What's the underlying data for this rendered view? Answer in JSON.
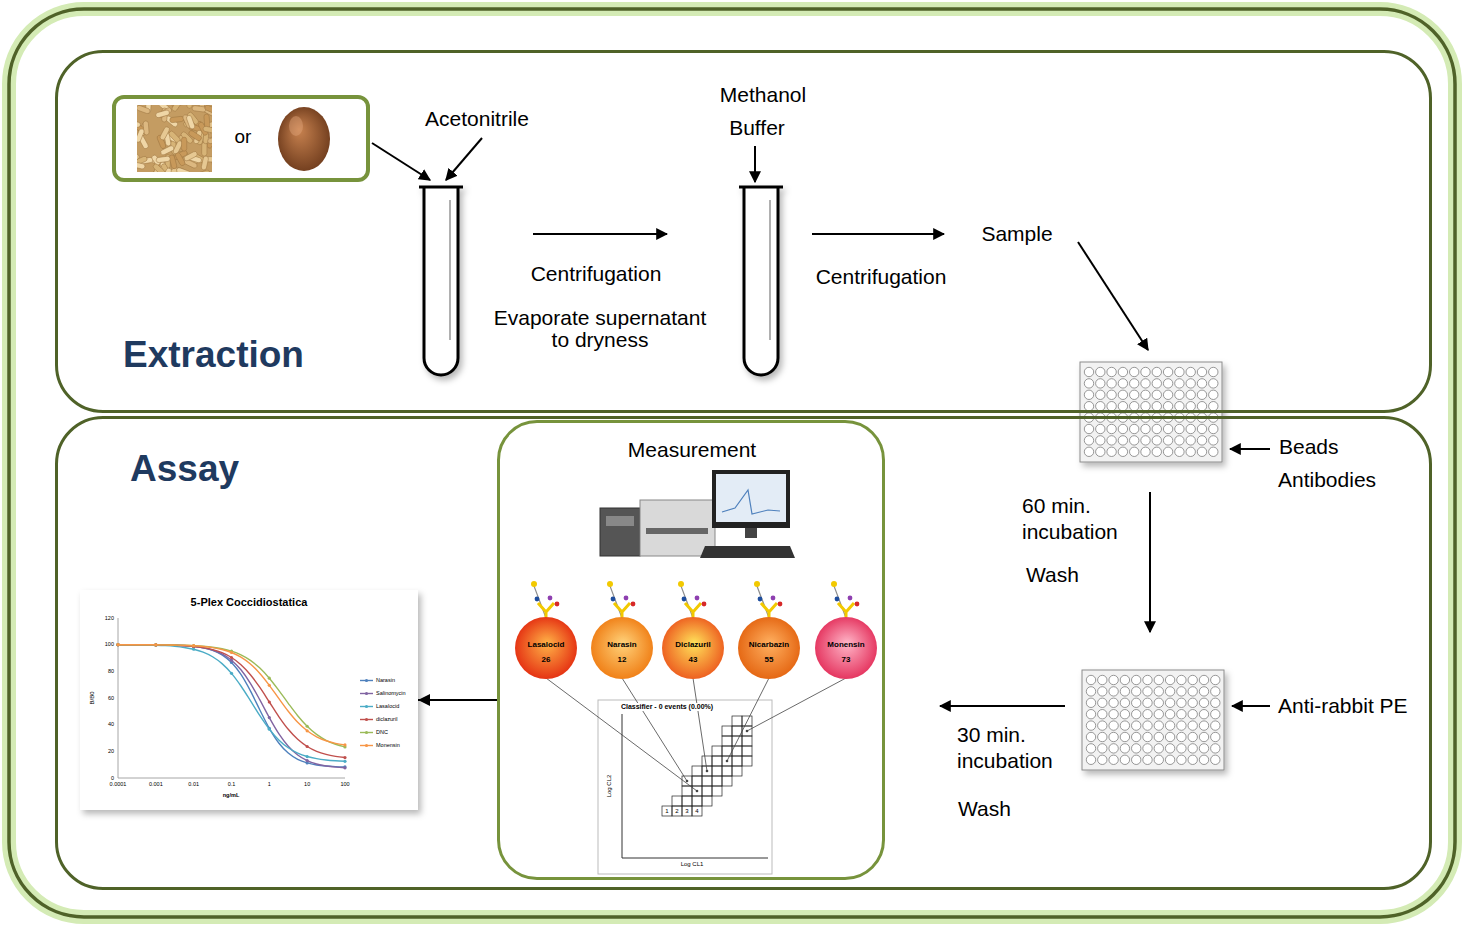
{
  "diagram": {
    "nodes": [
      {
        "text": [
          "Extraction"
        ]
      },
      {
        "text": [
          "or"
        ],
        "in": 0
      },
      {
        "text": [
          "Assay"
        ]
      },
      {
        "text": [
          "Measurement"
        ],
        "in": 2
      },
      {
        "text": [
          "Lasalocid",
          "26"
        ],
        "in": 3
      },
      {
        "text": [
          "Narasin",
          "12"
        ],
        "in": 3
      },
      {
        "text": [
          "Diclazuril",
          "43"
        ],
        "in": 3
      },
      {
        "text": [
          "Nicarbazin",
          "55"
        ],
        "in": 3
      },
      {
        "text": [
          "Monensin",
          "73"
        ],
        "in": 3
      },
      {
        "text": [
          "5-Plex Coccidiostatica"
        ],
        "in": 2
      }
    ],
    "edges": [
      {
        "from": 3,
        "to": 9,
        "arrow": "to"
      }
    ],
    "labels": [
      "Acetonitrile",
      "Centrifugation",
      "Evaporate supernatant to dryness",
      "Methanol",
      "Buffer",
      "Centrifugation",
      "Sample",
      "Beads",
      "Antibodies",
      "60 min. incubation",
      "Wash",
      "Anti-rabbit PE",
      "30 min. incubation",
      "Wash",
      "Classifier - 0 events (0.00%)",
      "Log CL2",
      "Log CL1",
      "1",
      "2",
      "3",
      "4",
      "B/B0",
      "ng/mL",
      "120",
      "100",
      "80",
      "60",
      "40",
      "20",
      "0",
      "0.0001",
      "0.001",
      "0.01",
      "0.1",
      "1",
      "10",
      "100"
    ],
    "legend": [
      {
        "text": "Narasin"
      },
      {
        "text": "Salinomycin"
      },
      {
        "text": "Lasalocid"
      },
      {
        "text": "diclazuril"
      },
      {
        "text": "DNC"
      },
      {
        "text": "Monensin"
      }
    ]
  }
}
